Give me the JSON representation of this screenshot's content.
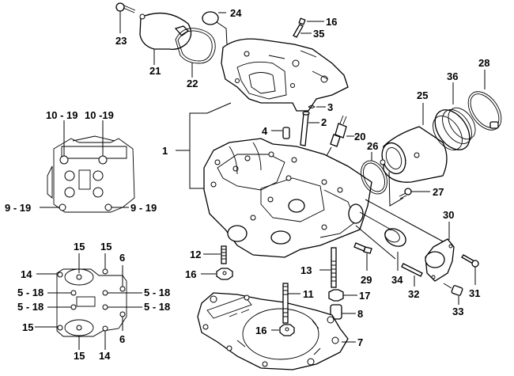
{
  "diagram": {
    "title": "Cylinder head exploded parts view",
    "callouts": [
      {
        "id": "c1",
        "text": "1",
        "part": "cylinder-head-assembly"
      },
      {
        "id": "c2",
        "text": "2",
        "part": "valve-guide"
      },
      {
        "id": "c3",
        "text": "3",
        "part": "clip"
      },
      {
        "id": "c4",
        "text": "4",
        "part": "dowel-sleeve"
      },
      {
        "id": "c7",
        "text": "7",
        "part": "head-gasket"
      },
      {
        "id": "c8",
        "text": "8",
        "part": "dowel-sleeve"
      },
      {
        "id": "c11",
        "text": "11",
        "part": "stud"
      },
      {
        "id": "c12",
        "text": "12",
        "part": "stud"
      },
      {
        "id": "c13",
        "text": "13",
        "part": "stud-long"
      },
      {
        "id": "c16a",
        "text": "16",
        "part": "nut"
      },
      {
        "id": "c16b",
        "text": "16",
        "part": "nut"
      },
      {
        "id": "c16c",
        "text": "16",
        "part": "nut"
      },
      {
        "id": "c17",
        "text": "17",
        "part": "nut-collar"
      },
      {
        "id": "c20",
        "text": "20",
        "part": "spark-plug"
      },
      {
        "id": "c21",
        "text": "21",
        "part": "valve-cover"
      },
      {
        "id": "c22",
        "text": "22",
        "part": "cover-gasket"
      },
      {
        "id": "c23",
        "text": "23",
        "part": "bolt"
      },
      {
        "id": "c24",
        "text": "24",
        "part": "plug-cap"
      },
      {
        "id": "c25",
        "text": "25",
        "part": "intake-manifold"
      },
      {
        "id": "c26",
        "text": "26",
        "part": "o-ring"
      },
      {
        "id": "c27",
        "text": "27",
        "part": "screw"
      },
      {
        "id": "c28",
        "text": "28",
        "part": "hose-clamp"
      },
      {
        "id": "c29",
        "text": "29",
        "part": "temperature-sensor"
      },
      {
        "id": "c30",
        "text": "30",
        "part": "thermostat-housing"
      },
      {
        "id": "c31",
        "text": "31",
        "part": "bolt"
      },
      {
        "id": "c32",
        "text": "32",
        "part": "stud"
      },
      {
        "id": "c33",
        "text": "33",
        "part": "sleeve"
      },
      {
        "id": "c34",
        "text": "34",
        "part": "thermostat"
      },
      {
        "id": "c35",
        "text": "35",
        "part": "stud"
      },
      {
        "id": "c36",
        "text": "36",
        "part": "intake-boot"
      }
    ],
    "top_view_callouts": [
      {
        "text": "10 - 19"
      },
      {
        "text": "10 -19"
      },
      {
        "text": "9 - 19"
      },
      {
        "text": "9 - 19"
      }
    ],
    "bottom_view_callouts": [
      {
        "text": "15"
      },
      {
        "text": "15"
      },
      {
        "text": "6"
      },
      {
        "text": "14"
      },
      {
        "text": "5 - 18"
      },
      {
        "text": "5 - 18"
      },
      {
        "text": "5 - 18"
      },
      {
        "text": "5 - 18"
      },
      {
        "text": "15"
      },
      {
        "text": "15"
      },
      {
        "text": "14"
      },
      {
        "text": "6"
      }
    ]
  }
}
